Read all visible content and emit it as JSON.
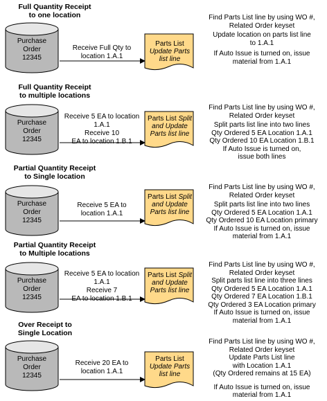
{
  "colors": {
    "document_fill": "#FFD98A",
    "cylinder_fill": "#B9B9B9",
    "cylinder_top": "#E6E6E6",
    "line": "#000000"
  },
  "sections": [
    {
      "title": "Full Quantity Receipt\nto one location",
      "cylinder_label": "Purchase\nOrder\n12345",
      "arrow_label": "Receive Full Qty to\nlocation 1.A.1",
      "doc_prefix": "Parts List ",
      "doc_italic": "Update Parts list line",
      "notes": [
        "Find Parts List line by using WO #,",
        "Related Order keyset",
        "Update location on parts list line",
        "to 1.A.1",
        "If Auto Issue is turned on, issue",
        "material from 1.A.1"
      ]
    },
    {
      "title": "Full Quantity Receipt\nto multiple locations",
      "cylinder_label": "Purchase\nOrder\n12345",
      "arrow_label": "Receive 5 EA to location\n1.A.1\nReceive 10\nEA to location 1.B.1",
      "doc_prefix": "Parts List ",
      "doc_italic": "Split and Update Parts list line",
      "notes": [
        "Find Parts List line by using WO #,",
        "Related Order keyset",
        "Split parts list line into two lines",
        "Qty Ordered 5 EA Location 1.A.1",
        "Qty Ordered 10 EA Location 1.B.1",
        "If Auto Issue is turned on,",
        "issue both lines"
      ]
    },
    {
      "title": "Partial Quantity Receipt\nto Single location",
      "cylinder_label": "Purchase\nOrder\n12345",
      "arrow_label": "Receive 5 EA to\nlocation 1.A.1",
      "doc_prefix": "Parts List ",
      "doc_italic": "Split and Update Parts list line",
      "notes": [
        "Find Parts List line by using WO #,",
        "Related Order keyset",
        "Split parts list line into two lines",
        "Qty Ordered 5 EA Location 1.A.1",
        "Qty Ordered 10 EA Location primary",
        "If Auto Issue is turned on, issue",
        "material from 1.A.1"
      ]
    },
    {
      "title": "Partial Quantity Receipt\nto Multiple locations",
      "cylinder_label": "Purchase\nOrder\n12345",
      "arrow_label": "Receive 5 EA to location\n1.A.1\nReceive 7\nEA to location 1.B.1",
      "doc_prefix": "Parts List ",
      "doc_italic": "Split and Update Parts list line",
      "notes": [
        "Find Parts List line by using WO #,",
        "Related Order keyset",
        "Split parts list line into three lines",
        "Qty Ordered 5 EA Location 1.A.1",
        "Qty Ordered 7 EA Location 1.B.1",
        "Qty Ordered 3 EA Location primary",
        "If Auto Issue is turned on, issue",
        "material from 1.A.1"
      ]
    },
    {
      "title": "Over Receipt to\nSingle Location",
      "cylinder_label": "Purchase\nOrder\n12345",
      "arrow_label": "Receive 20 EA to\nlocation 1.A.1",
      "doc_prefix": "Parts List ",
      "doc_italic": "Update Parts list line",
      "notes": [
        "Find Parts List line by using WO #,",
        "Related Order keyset",
        "Update Parts List line",
        "with Location 1.A.1",
        "(Qty Ordered remains at 15 EA)",
        "",
        "If Auto Issue is turned on, issue",
        "material from 1.A.1"
      ]
    }
  ]
}
